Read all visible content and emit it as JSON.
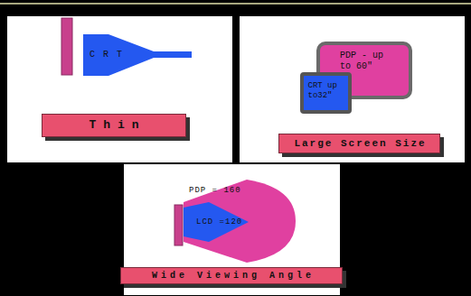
{
  "diagram": {
    "nodes": [
      {
        "text": [
          "CRT"
        ]
      },
      {
        "text": [
          "Thin"
        ]
      },
      {
        "text": [
          "PDP - up to 60\""
        ]
      },
      {
        "text": [
          "CRT up to32\""
        ]
      },
      {
        "text": [
          "Large Screen Size"
        ]
      },
      {
        "text": [
          "PDP = 160"
        ]
      },
      {
        "text": [
          "LCD =120"
        ],
        "in": 5
      },
      {
        "text": [
          "Wide Viewing Angle"
        ]
      }
    ]
  }
}
